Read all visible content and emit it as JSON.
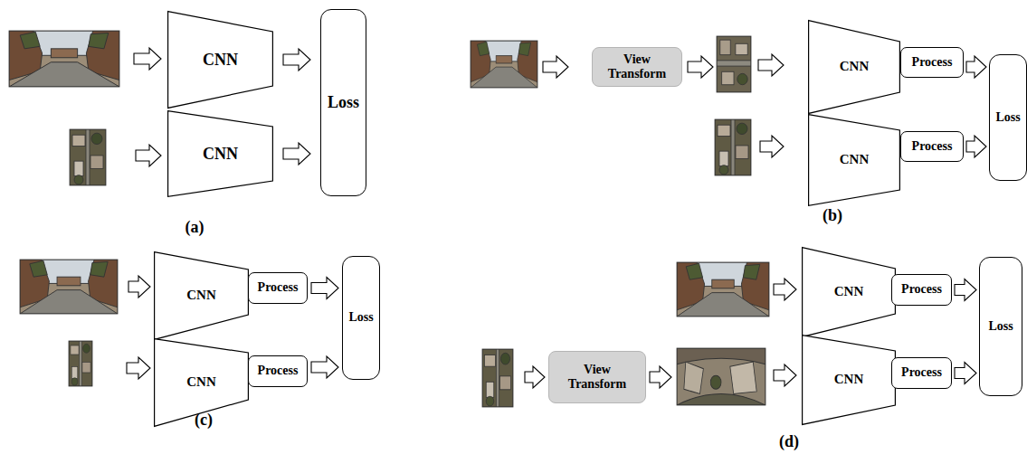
{
  "diagram": {
    "nodes": [
      {
        "text": [
          "CNN"
        ]
      },
      {
        "text": [
          "CNN"
        ]
      },
      {
        "text": [
          "Loss"
        ]
      },
      {
        "text": [
          "View Transform"
        ]
      },
      {
        "text": [
          "CNN"
        ]
      },
      {
        "text": [
          "Process"
        ]
      },
      {
        "text": [
          "Loss"
        ]
      },
      {
        "text": [
          "CNN"
        ]
      },
      {
        "text": [
          "Process"
        ]
      },
      {
        "text": [
          "CNN"
        ]
      },
      {
        "text": [
          "Process"
        ]
      },
      {
        "text": [
          "Loss"
        ]
      },
      {
        "text": [
          "CNN"
        ]
      },
      {
        "text": [
          "Process"
        ]
      },
      {
        "text": [
          "CNN"
        ]
      },
      {
        "text": [
          "Process"
        ]
      },
      {
        "text": [
          "Loss"
        ]
      },
      {
        "text": [
          "View Transform"
        ]
      },
      {
        "text": [
          "CNN"
        ]
      },
      {
        "text": [
          "Process"
        ]
      }
    ],
    "edges": [
      {
        "from": 0,
        "to": 2,
        "arrow": "to"
      },
      {
        "from": 1,
        "to": 2,
        "arrow": "to"
      },
      {
        "from": 5,
        "to": 6,
        "arrow": "to"
      },
      {
        "from": 8,
        "to": 6,
        "arrow": "to"
      },
      {
        "from": 10,
        "to": 11,
        "arrow": "to"
      },
      {
        "from": 13,
        "to": 11,
        "arrow": "to"
      },
      {
        "from": 15,
        "to": 16,
        "arrow": "to"
      },
      {
        "from": 19,
        "to": 16,
        "arrow": "to"
      }
    ],
    "labels": [
      "(a)",
      "(b)",
      "(c)",
      "(d)"
    ]
  }
}
